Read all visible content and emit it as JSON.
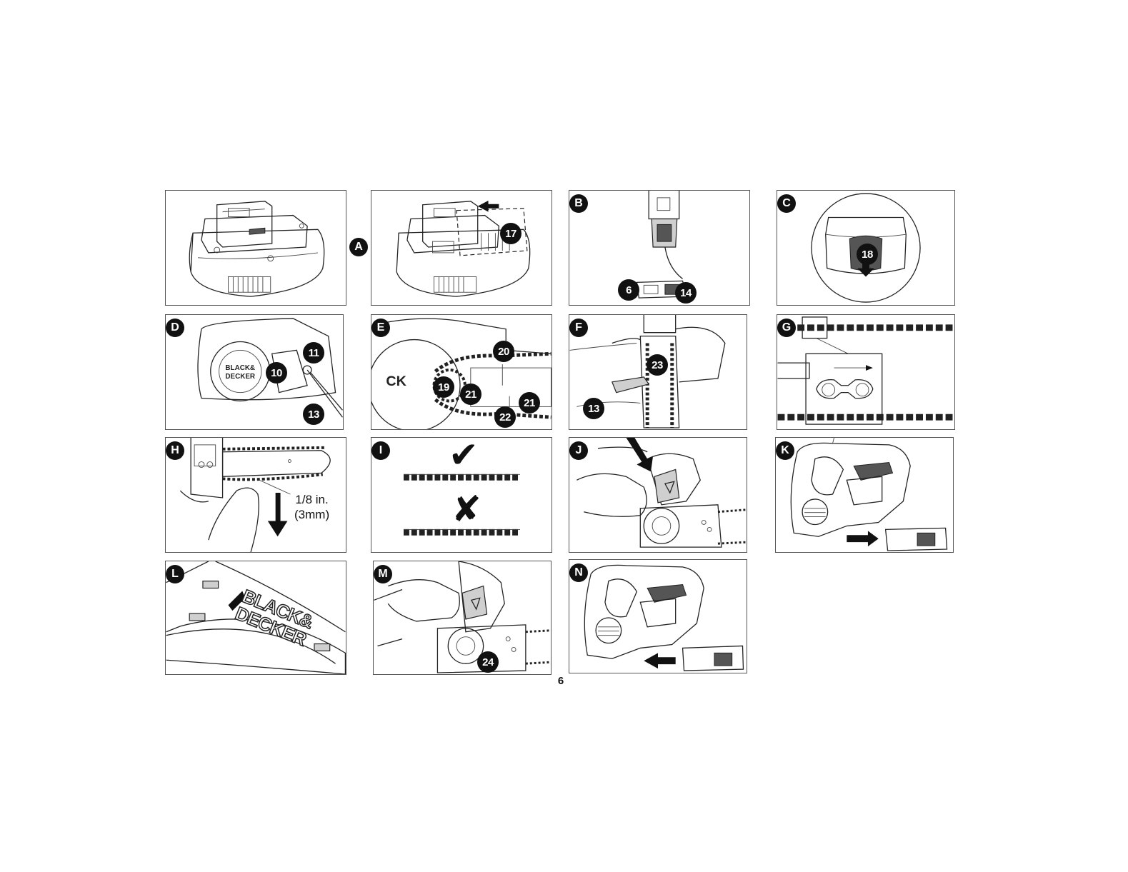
{
  "figures": {
    "a": {
      "label": "A"
    },
    "a2": {
      "callout": "17"
    },
    "b": {
      "label": "B",
      "callouts": [
        "6",
        "14"
      ]
    },
    "c": {
      "label": "C",
      "callout": "18"
    },
    "d": {
      "label": "D",
      "callouts": [
        "11",
        "10",
        "13"
      ]
    },
    "e": {
      "label": "E",
      "callouts": [
        "20",
        "19",
        "21",
        "21",
        "22"
      ]
    },
    "f": {
      "label": "F",
      "callouts": [
        "23",
        "13"
      ]
    },
    "g": {
      "label": "G"
    },
    "h": {
      "label": "H",
      "measure_imperial": "1/8 in.",
      "measure_metric": "(3mm)"
    },
    "i": {
      "label": "I",
      "correct_mark": "✔",
      "incorrect_mark": "✘"
    },
    "j": {
      "label": "J"
    },
    "k": {
      "label": "K"
    },
    "l": {
      "label": "L",
      "logo_text": "BLACK& DECKER"
    },
    "m": {
      "label": "M",
      "callout": "24"
    },
    "n": {
      "label": "N"
    }
  },
  "page_number": "6"
}
